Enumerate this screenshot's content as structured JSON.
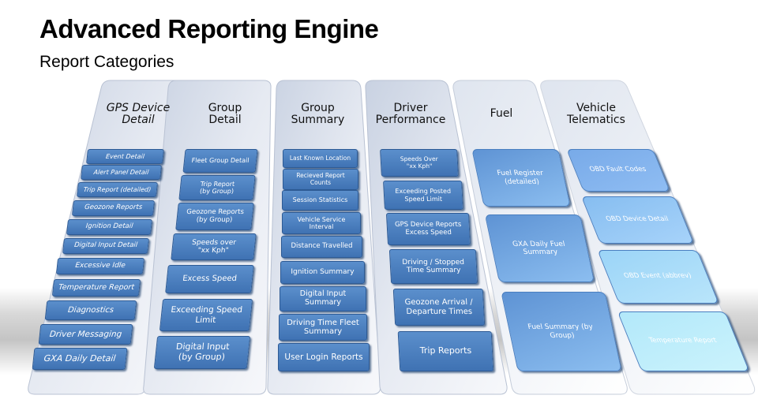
{
  "title": "Advanced Reporting Engine",
  "subtitle": "Report Categories",
  "colors": {
    "item_blue": "#4a7ebb",
    "panel": "#dde3ee",
    "telematics_light": "#c8f0fb"
  },
  "columns": [
    {
      "heading": "GPS Device\nDetail",
      "items": [
        "Event Detail",
        "Alert Panel Detail",
        "Trip Report (detailed)",
        "Geozone Reports",
        "Ignition Detail",
        "Digital Input Detail",
        "Excessive Idle",
        "Temperature Report",
        "Diagnostics",
        "Driver Messaging",
        "GXA Daily Detail"
      ]
    },
    {
      "heading": "Group\nDetail",
      "items": [
        "Fleet Group Detail",
        "Trip Report\n(by Group)",
        "Geozone Reports\n(by Group)",
        "Speeds over\n\"xx Kph\"",
        "Excess Speed",
        "Exceeding Speed\nLimit",
        "Digital Input\n(by Group)"
      ]
    },
    {
      "heading": "Group\nSummary",
      "items": [
        "Last Known Location",
        "Recieved Report\nCounts",
        "Session Statistics",
        "Vehicle Service\nInterval",
        "Distance Travelled",
        "Ignition Summary",
        "Digital Input\nSummary",
        "Driving Time Fleet\nSummary",
        "User Login Reports"
      ]
    },
    {
      "heading": "Driver\nPerformance",
      "items": [
        "Speeds Over\n\"xx Kph\"",
        "Exceeding Posted\nSpeed Limit",
        "GPS Device Reports\nExcess Speed",
        "Driving / Stopped\nTime Summary",
        "Geozone Arrival /\nDeparture Times",
        "Trip Reports"
      ]
    },
    {
      "heading": "Fuel",
      "items": [
        "Fuel Register\n(detailed)",
        "GXA Daily Fuel\nSummary",
        "Fuel Summary (by\nGroup)"
      ]
    },
    {
      "heading": "Vehicle\nTelematics",
      "items": [
        "OBD Fault Codes",
        "OBD Device Detail",
        "OBD Event (abbrev)",
        "Temperature Report"
      ]
    }
  ]
}
